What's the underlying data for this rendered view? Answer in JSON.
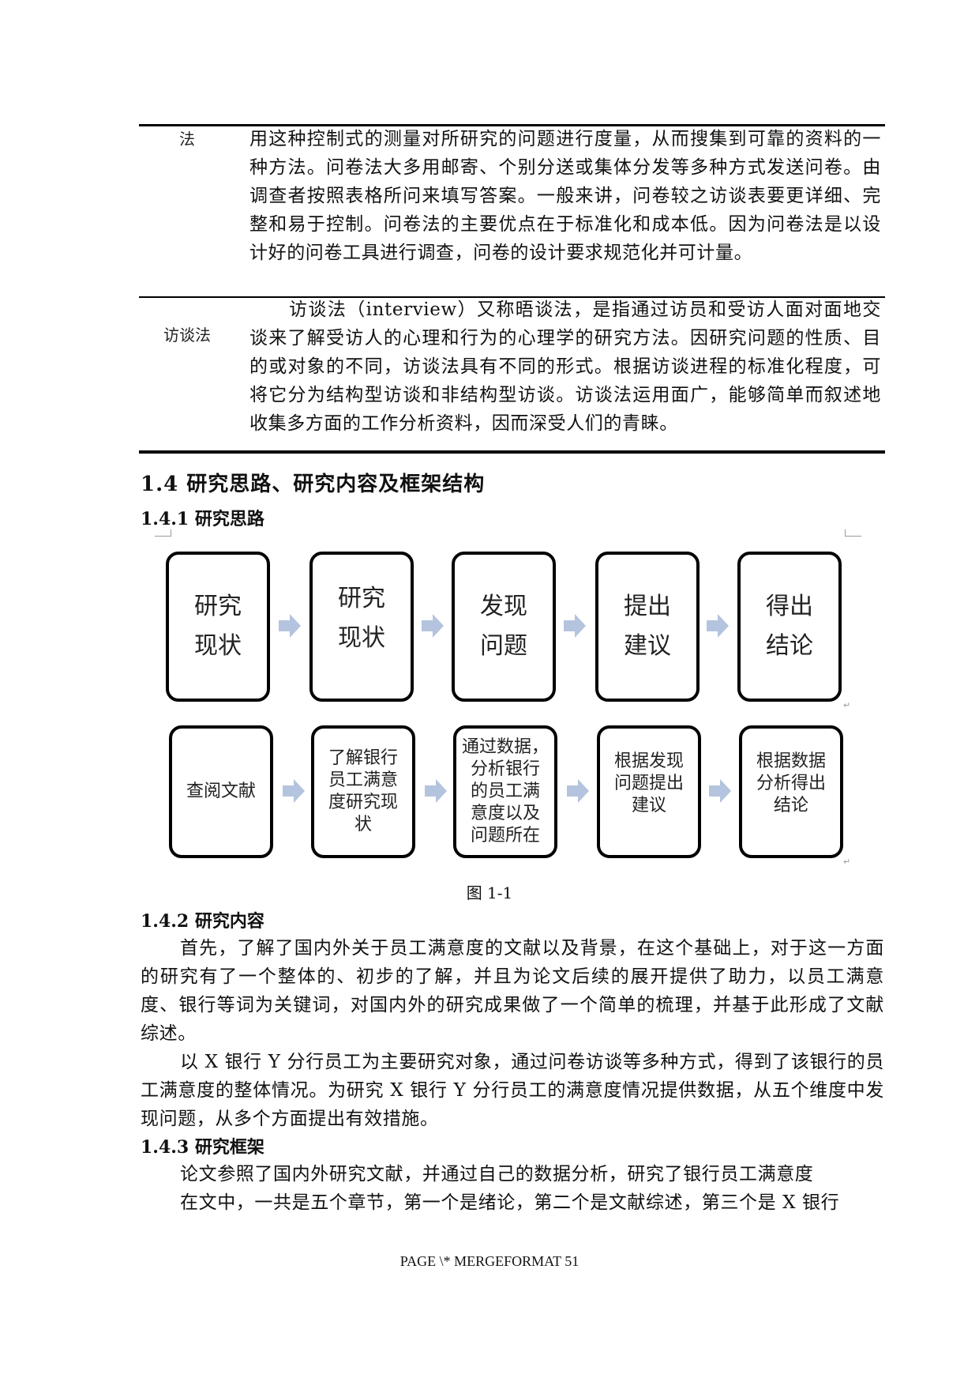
{
  "methods_table": {
    "rows": [
      {
        "label": "法",
        "text": "用这种控制式的测量对所研究的问题进行度量，从而搜集到可靠的资料的一种方法。问卷法大多用邮寄、个别分送或集体分发等多种方式发送问卷。由调查者按照表格所问来填写答案。一般来讲，问卷较之访谈表要更详细、完整和易于控制。问卷法的主要优点在于标准化和成本低。因为问卷法是以设计好的问卷工具进行调查，问卷的设计要求规范化并可计量。"
      },
      {
        "label": "访谈法",
        "text": "访谈法（interview）又称晤谈法，是指通过访员和受访人面对面地交谈来了解受访人的心理和行为的心理学的研究方法。因研究问题的性质、目的或对象的不同，访谈法具有不同的形式。根据访谈进程的标准化程度，可将它分为结构型访谈和非结构型访谈。访谈法运用面广，能够简单而叙述地收集多方面的工作分析资料，因而深受人们的青睐。"
      }
    ]
  },
  "section": {
    "heading": "1.4 研究思路、研究内容及框架结构",
    "sub1": "1.4.1 研究思路",
    "sub2": "1.4.2 研究内容",
    "sub3": "1.4.3 研究框架"
  },
  "diagram": {
    "arrow_color": "#b4c4de",
    "top_row": [
      {
        "line1": "研究",
        "line2": "现状"
      },
      {
        "line1": "研究",
        "line2": "现状"
      },
      {
        "line1": "发现",
        "line2": "问题"
      },
      {
        "line1": "提出",
        "line2": "建议"
      },
      {
        "line1": "得出",
        "line2": "结论"
      }
    ],
    "bottom_row": [
      {
        "lines": [
          "查阅文献"
        ]
      },
      {
        "lines": [
          "了解银行",
          "员工满意",
          "度研究现",
          "状"
        ]
      },
      {
        "lines": [
          "通过数据，",
          "分析银行",
          "的员工满",
          "意度以及",
          "问题所在"
        ]
      },
      {
        "lines": [
          "根据发现",
          "问题提出",
          "建议"
        ]
      },
      {
        "lines": [
          "根据数据",
          "分析得出",
          "结论"
        ]
      }
    ],
    "caption": "图 1-1"
  },
  "content": {
    "para1": "首先，了解了国内外关于员工满意度的文献以及背景，在这个基础上，对于这一方面的研究有了一个整体的、初步的了解，并且为论文后续的展开提供了助力，以员工满意度、银行等词为关键词，对国内外的研究成果做了一个简单的梳理，并基于此形成了文献综述。",
    "para2": "以 X 银行 Y 分行员工为主要研究对象，通过问卷访谈等多种方式，得到了该银行的员工满意度的整体情况。为研究 X 银行 Y 分行员工的满意度情况提供数据，从五个维度中发现问题，从多个方面提出有效措施。"
  },
  "framework": {
    "para1": "论文参照了国内外研究文献，并通过自己的数据分析，研究了银行员工满意度",
    "para2": "在文中，一共是五个章节，第一个是绪论，第二个是文献综述，第三个是 X 银行"
  },
  "footer": {
    "page_field": "PAGE   \\* MERGEFORMAT 51"
  }
}
